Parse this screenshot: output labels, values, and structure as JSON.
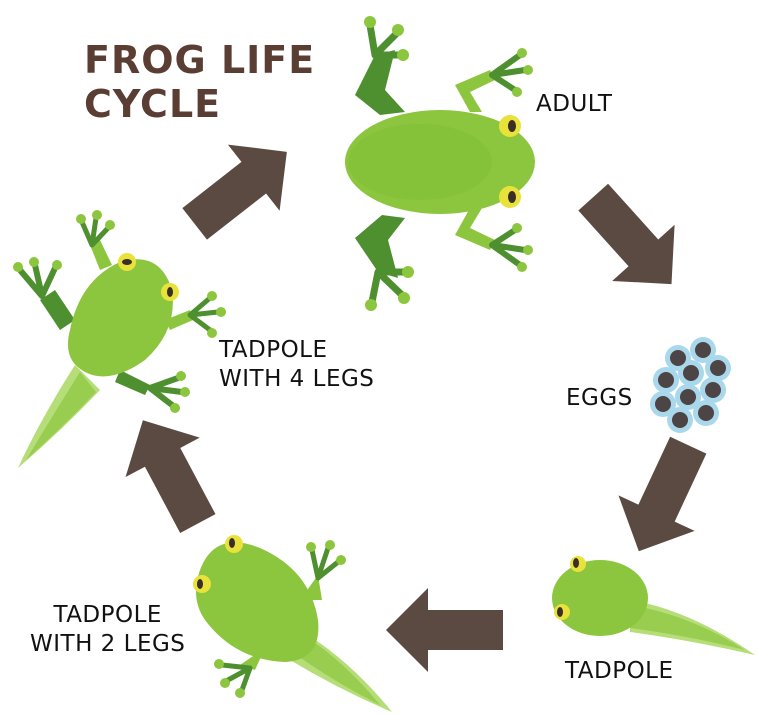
{
  "title": {
    "line1": "FROG LIFE",
    "line2": "CYCLE"
  },
  "stages": {
    "adult": "ADULT",
    "eggs": "EGGS",
    "tadpole": "TADPOLE",
    "tadpole_2_legs": {
      "line1": "TADPOLE",
      "line2": "WITH 2 LEGS"
    },
    "tadpole_4_legs": {
      "line1": "TADPOLE",
      "line2": "WITH 4 LEGS"
    }
  },
  "colors": {
    "title": "#5a3d33",
    "arrow": "#5a4a42",
    "frog_body": "#8cc63f",
    "frog_dark": "#4e8f2f",
    "frog_eye": "#e8e23a",
    "egg_ring": "#a9d8ec",
    "egg_core": "#4d4545"
  },
  "icons": [
    "adult-frog-icon",
    "frog-eggs-icon",
    "tadpole-icon",
    "tadpole-with-2-legs-icon",
    "tadpole-with-4-legs-icon",
    "cycle-arrow-icon"
  ]
}
